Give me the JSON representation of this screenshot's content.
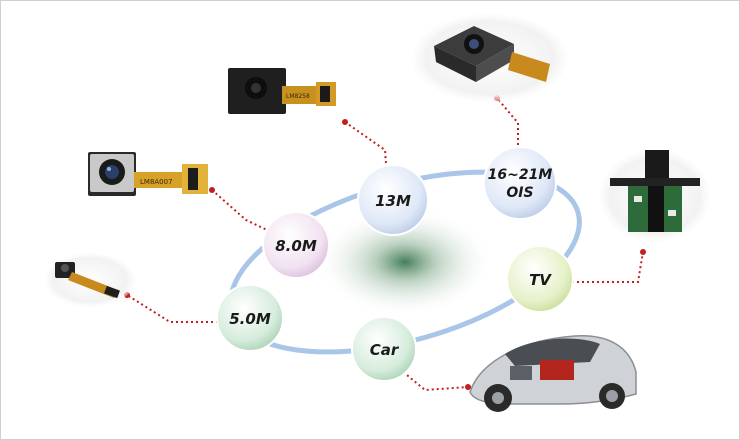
{
  "diagram": {
    "nodes": [
      {
        "id": "n5",
        "lines": [
          "5.0M"
        ]
      },
      {
        "id": "n8",
        "lines": [
          "8.0M"
        ]
      },
      {
        "id": "n13",
        "lines": [
          "13M"
        ]
      },
      {
        "id": "n16",
        "lines": [
          "16~21M",
          "OIS"
        ]
      },
      {
        "id": "ntv",
        "lines": [
          "TV"
        ]
      },
      {
        "id": "ncar",
        "lines": [
          "Car"
        ]
      }
    ],
    "product_labels": {
      "module_8m": "LM8A007",
      "module_13m": "LM8258"
    },
    "colors": {
      "ring": "#a9c6e8",
      "leader": "#c41d1d",
      "node_blue": "#dfe8f7",
      "node_pink": "#f1e2f1",
      "node_green": "#d6ecdc",
      "node_tv": "#e6f1c9",
      "center_glow": "#2f6f47"
    }
  }
}
